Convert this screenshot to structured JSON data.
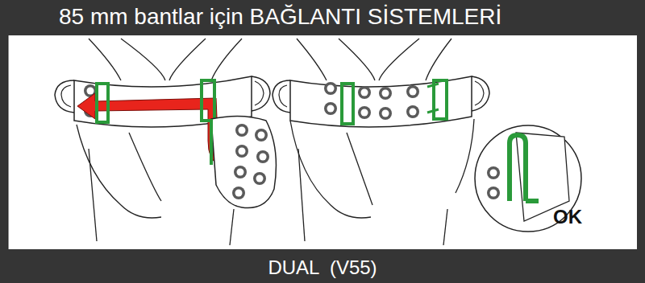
{
  "diagram": {
    "title": "85 mm bantlar için BAĞLANTI SİSTEMLERİ",
    "caption": "DUAL  (V55)",
    "labels": [
      "OK"
    ]
  }
}
